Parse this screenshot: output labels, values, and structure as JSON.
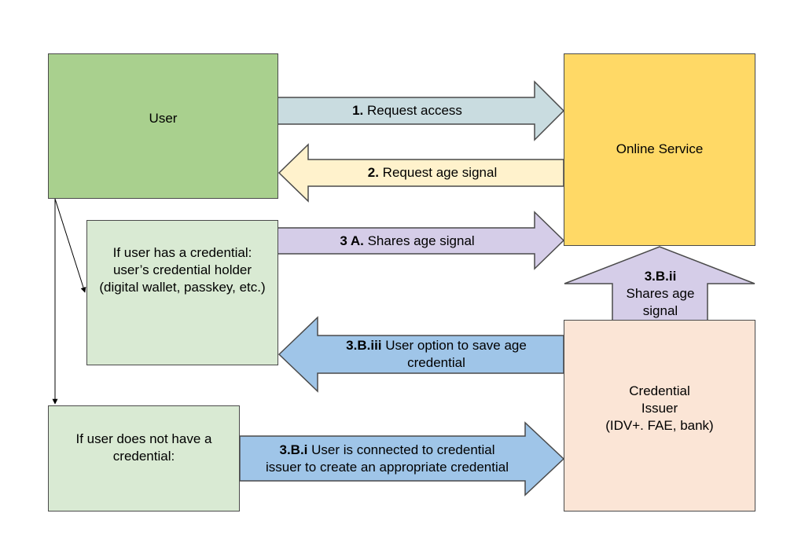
{
  "colors": {
    "user_green": "#a9d08e",
    "light_green": "#d9ead3",
    "service_yellow": "#ffd966",
    "issuer_peach": "#fbe5d6",
    "arrow_grey_blue": "#c9dce0",
    "arrow_cream": "#fff2cc",
    "arrow_lavender": "#d5cde8",
    "arrow_blue": "#9fc5e8",
    "border": "#4a4a4a"
  },
  "boxes": {
    "user": "User",
    "online_service": "Online Service",
    "credential_holder": "If user has a credential: user’s credential holder (digital wallet, passkey, etc.)",
    "no_credential": "If user does not have a credential:",
    "issuer_line1": "Credential",
    "issuer_line2": "Issuer",
    "issuer_line3": "(IDV+. FAE, bank)"
  },
  "arrows": {
    "a1": {
      "num": "1.",
      "text": " Request access"
    },
    "a2": {
      "num": "2.",
      "text": " Request age signal"
    },
    "a3a": {
      "num": "3 A.",
      "text": " Shares age signal"
    },
    "a3bii": {
      "num": "3.B.ii",
      "text1": "Shares age",
      "text2": "signal"
    },
    "a3biii": {
      "num": "3.B.iii",
      "text1": " User option to save age",
      "text2": "credential"
    },
    "a3bi": {
      "num": "3.B.i",
      "text1": " User is connected to credential",
      "text2": "issuer to create an appropriate credential"
    }
  }
}
